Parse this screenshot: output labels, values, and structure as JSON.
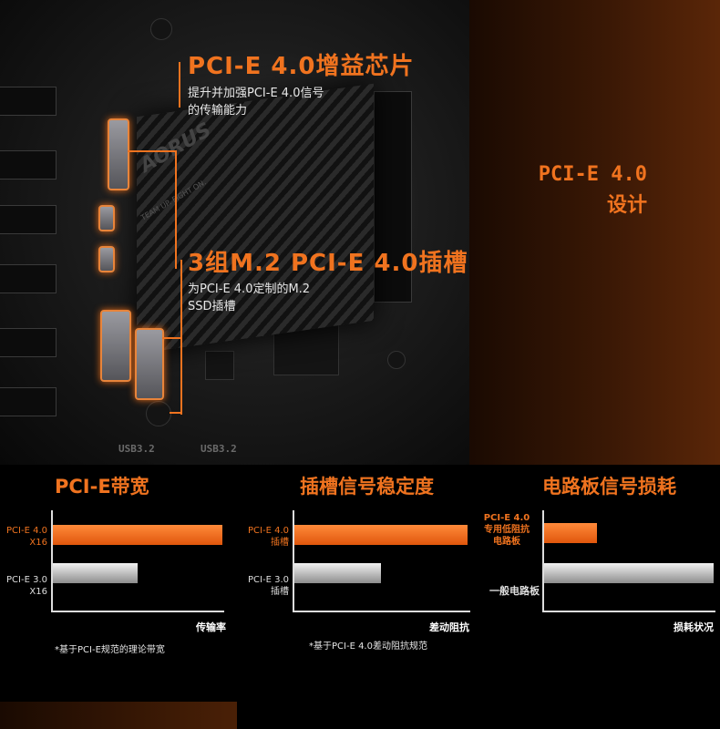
{
  "callouts": {
    "chip_title": "PCI-E 4.0增益芯片",
    "chip_desc_line1": "提升并加强PCI-E 4.0信号",
    "chip_desc_line2": "的传输能力",
    "slot_title": "3组M.2 PCI-E 4.0插槽",
    "slot_desc_line1": "为PCI-E 4.0定制的M.2",
    "slot_desc_line2": "SSD插槽"
  },
  "side_heading": {
    "line1": "PCI-E 4.0",
    "line2": "设计"
  },
  "board_silkscreen": {
    "usb_left": "USB3.2",
    "usb_right": "USB3.2",
    "heatsink_brand": "AORUS",
    "heatsink_tagline": "TEAM UP. FIGHT ON."
  },
  "panels": [
    {
      "title": "PCI-E带宽",
      "axis_unit": "传输率",
      "note": "*基于PCI-E规范的理论带宽",
      "bars": [
        {
          "label_line1": "PCI-E 4.0",
          "label_line2": "X16",
          "value": 1.0,
          "color": "#f0731f"
        },
        {
          "label_line1": "PCI-E 3.0",
          "label_line2": "X16",
          "value": 0.5,
          "color": "#bfbfbf"
        }
      ]
    },
    {
      "title": "插槽信号稳定度",
      "axis_unit": "差动阻抗",
      "note": "*基于PCI-E 4.0差动阻抗规范",
      "bars": [
        {
          "label_line1": "PCI-E 4.0",
          "label_line2": "插槽",
          "value": 1.0,
          "color": "#f0731f"
        },
        {
          "label_line1": "PCI-E 3.0",
          "label_line2": "插槽",
          "value": 0.5,
          "color": "#bfbfbf"
        }
      ]
    },
    {
      "title": "电路板信号损耗",
      "axis_unit": "损耗状况",
      "bars": [
        {
          "label_line1": "PCI-E 4.0",
          "label_line2": "专用低阻抗",
          "label_line3": "电路板",
          "value": 0.31,
          "color": "#f0731f"
        },
        {
          "label_line1": "一般电路板",
          "value": 1.0,
          "color": "#bfbfbf"
        }
      ]
    }
  ],
  "colors": {
    "accent": "#f0731f",
    "background": "#000000"
  }
}
